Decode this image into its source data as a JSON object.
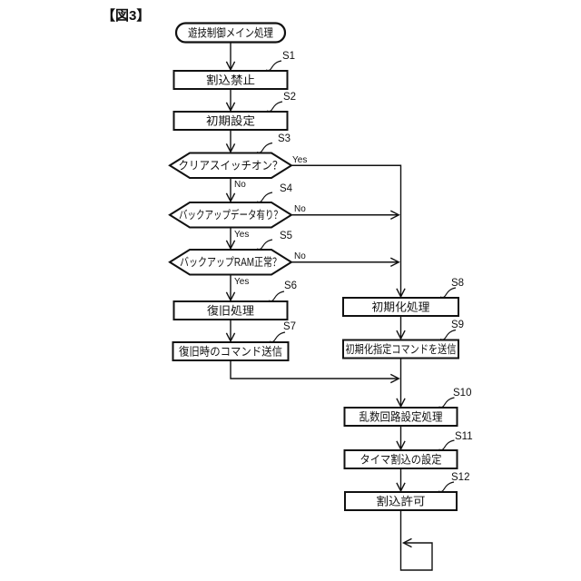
{
  "figure_label": "【図3】",
  "flowchart": {
    "start": {
      "label": "遊技制御メイン処理"
    },
    "steps": {
      "s1": {
        "tag": "S1",
        "label": "割込禁止"
      },
      "s2": {
        "tag": "S2",
        "label": "初期設定"
      },
      "s3": {
        "tag": "S3",
        "label": "クリアスイッチオン？",
        "yes_label": "Yes",
        "no_label": "No"
      },
      "s4": {
        "tag": "S4",
        "label": "バックアップデータ有り？",
        "yes_label": "Yes",
        "no_label": "No"
      },
      "s5": {
        "tag": "S5",
        "label": "バックアップRAM正常？",
        "yes_label": "Yes",
        "no_label": "No"
      },
      "s6": {
        "tag": "S6",
        "label": "復旧処理"
      },
      "s7": {
        "tag": "S7",
        "label": "復旧時のコマンド送信"
      },
      "s8": {
        "tag": "S8",
        "label": "初期化処理"
      },
      "s9": {
        "tag": "S9",
        "label": "初期化指定コマンドを送信"
      },
      "s10": {
        "tag": "S10",
        "label": "乱数回路設定処理"
      },
      "s11": {
        "tag": "S11",
        "label": "タイマ割込の設定"
      },
      "s12": {
        "tag": "S12",
        "label": "割込許可"
      }
    }
  }
}
